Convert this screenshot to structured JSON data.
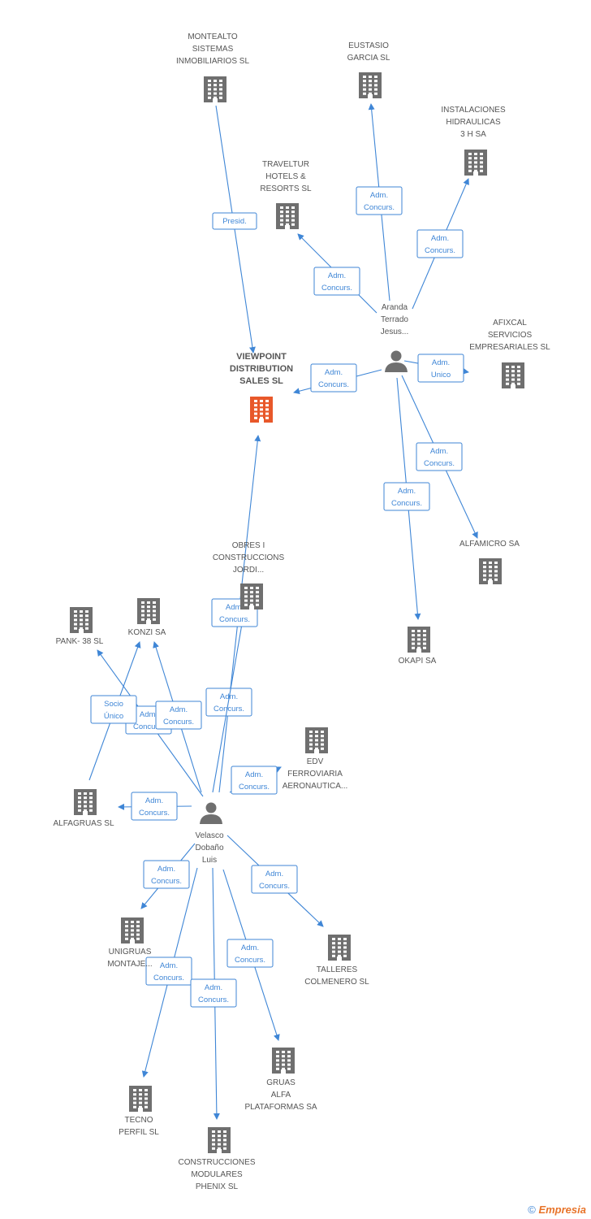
{
  "colors": {
    "edge": "#3f86d6",
    "company": "#6f6f6f",
    "focus": "#e8582a",
    "person": "#6f6f6f"
  },
  "footer": {
    "copyright": "©",
    "brand": "Empresia"
  },
  "nodes": [
    {
      "id": "viewpoint",
      "type": "focus",
      "icon": "building-icon",
      "lines": [
        "VIEWPOINT",
        "DISTRIBUTION",
        "SALES SL"
      ]
    },
    {
      "id": "montealto",
      "type": "company",
      "icon": "building-icon",
      "lines": [
        "MONTEALTO",
        "SISTEMAS",
        "INMOBILIARIOS SL"
      ]
    },
    {
      "id": "eustasio",
      "type": "company",
      "icon": "building-icon",
      "lines": [
        "EUSTASIO",
        "GARCIA SL"
      ]
    },
    {
      "id": "instalaciones",
      "type": "company",
      "icon": "building-icon",
      "lines": [
        "INSTALACIONES",
        "HIDRAULICAS",
        "3 H SA"
      ]
    },
    {
      "id": "traveltur",
      "type": "company",
      "icon": "building-icon",
      "lines": [
        "TRAVELTUR",
        "HOTELS &",
        "RESORTS  SL"
      ]
    },
    {
      "id": "aranda",
      "type": "person",
      "icon": "person-icon",
      "lines": [
        "Aranda",
        "Terrado",
        "Jesus..."
      ]
    },
    {
      "id": "afixcal",
      "type": "company",
      "icon": "building-icon",
      "lines": [
        "AFIXCAL",
        "SERVICIOS",
        "EMPRESARIALES SL"
      ]
    },
    {
      "id": "alfamicro",
      "type": "company",
      "icon": "building-icon",
      "lines": [
        "ALFAMICRO SA"
      ]
    },
    {
      "id": "okapi",
      "type": "company",
      "icon": "building-icon",
      "lines": [
        "OKAPI SA"
      ]
    },
    {
      "id": "obres",
      "type": "company",
      "icon": "building-icon",
      "lines": [
        "OBRES I",
        "CONSTRUCCIONS",
        "JORDI..."
      ]
    },
    {
      "id": "pank",
      "type": "company",
      "icon": "building-icon",
      "lines": [
        "PANK- 38 SL"
      ]
    },
    {
      "id": "konzi",
      "type": "company",
      "icon": "building-icon",
      "lines": [
        "KONZI SA"
      ]
    },
    {
      "id": "edv",
      "type": "company",
      "icon": "building-icon",
      "lines": [
        "EDV",
        "FERROVIARIA",
        "AERONAUTICA..."
      ]
    },
    {
      "id": "alfagruas",
      "type": "company",
      "icon": "building-icon",
      "lines": [
        "ALFAGRUAS SL"
      ]
    },
    {
      "id": "velasco",
      "type": "person",
      "icon": "person-icon",
      "lines": [
        "Velasco",
        "Dobaño",
        "Luis"
      ]
    },
    {
      "id": "unigruas",
      "type": "company",
      "icon": "building-icon",
      "lines": [
        "UNIGRUAS",
        "MONTAJE..."
      ]
    },
    {
      "id": "talleres",
      "type": "company",
      "icon": "building-icon",
      "lines": [
        "TALLERES",
        "COLMENERO SL"
      ]
    },
    {
      "id": "gruas",
      "type": "company",
      "icon": "building-icon",
      "lines": [
        "GRUAS",
        "ALFA",
        "PLATAFORMAS SA"
      ]
    },
    {
      "id": "tecno",
      "type": "company",
      "icon": "building-icon",
      "lines": [
        "TECNO",
        "PERFIL SL"
      ]
    },
    {
      "id": "construcciones",
      "type": "company",
      "icon": "building-icon",
      "lines": [
        "CONSTRUCCIONES",
        "MODULARES",
        "PHENIX SL"
      ]
    }
  ],
  "edges": [
    {
      "from": "montealto",
      "to": "viewpoint",
      "lines": [
        "Presid."
      ]
    },
    {
      "from": "aranda",
      "to": "eustasio",
      "lines": [
        "Adm.",
        "Concurs."
      ]
    },
    {
      "from": "aranda",
      "to": "instalaciones",
      "lines": [
        "Adm.",
        "Concurs."
      ]
    },
    {
      "from": "aranda",
      "to": "traveltur",
      "lines": [
        "Adm.",
        "Concurs."
      ]
    },
    {
      "from": "aranda",
      "to": "viewpoint",
      "lines": [
        "Adm.",
        "Concurs."
      ]
    },
    {
      "from": "aranda",
      "to": "afixcal",
      "lines": [
        "Adm.",
        "Unico"
      ]
    },
    {
      "from": "aranda",
      "to": "alfamicro",
      "lines": [
        "Adm.",
        "Concurs."
      ]
    },
    {
      "from": "aranda",
      "to": "okapi",
      "lines": [
        "Adm.",
        "Concurs."
      ]
    },
    {
      "from": "velasco",
      "to": "viewpoint",
      "lines": [
        "Adm.",
        "Concurs."
      ]
    },
    {
      "from": "velasco",
      "to": "obres",
      "lines": [
        "Adm.",
        "Concurs."
      ]
    },
    {
      "from": "velasco",
      "to": "pank",
      "lines": [
        "Adm.",
        "Concurs."
      ]
    },
    {
      "from": "velasco",
      "to": "konzi",
      "lines": [
        "Adm.",
        "Concurs."
      ]
    },
    {
      "from": "alfagruas",
      "to": "konzi",
      "lines": [
        "Socio",
        "Único"
      ]
    },
    {
      "from": "velasco",
      "to": "edv",
      "lines": [
        "Adm.",
        "Concurs."
      ]
    },
    {
      "from": "velasco",
      "to": "alfagruas",
      "lines": [
        "Adm.",
        "Concurs."
      ]
    },
    {
      "from": "velasco",
      "to": "unigruas",
      "lines": [
        "Adm.",
        "Concurs."
      ]
    },
    {
      "from": "velasco",
      "to": "talleres",
      "lines": [
        "Adm.",
        "Concurs."
      ]
    },
    {
      "from": "velasco",
      "to": "gruas",
      "lines": [
        "Adm.",
        "Concurs."
      ]
    },
    {
      "from": "velasco",
      "to": "tecno",
      "lines": [
        "Adm.",
        "Concurs."
      ]
    },
    {
      "from": "velasco",
      "to": "construcciones",
      "lines": [
        "Adm.",
        "Concurs."
      ]
    }
  ]
}
